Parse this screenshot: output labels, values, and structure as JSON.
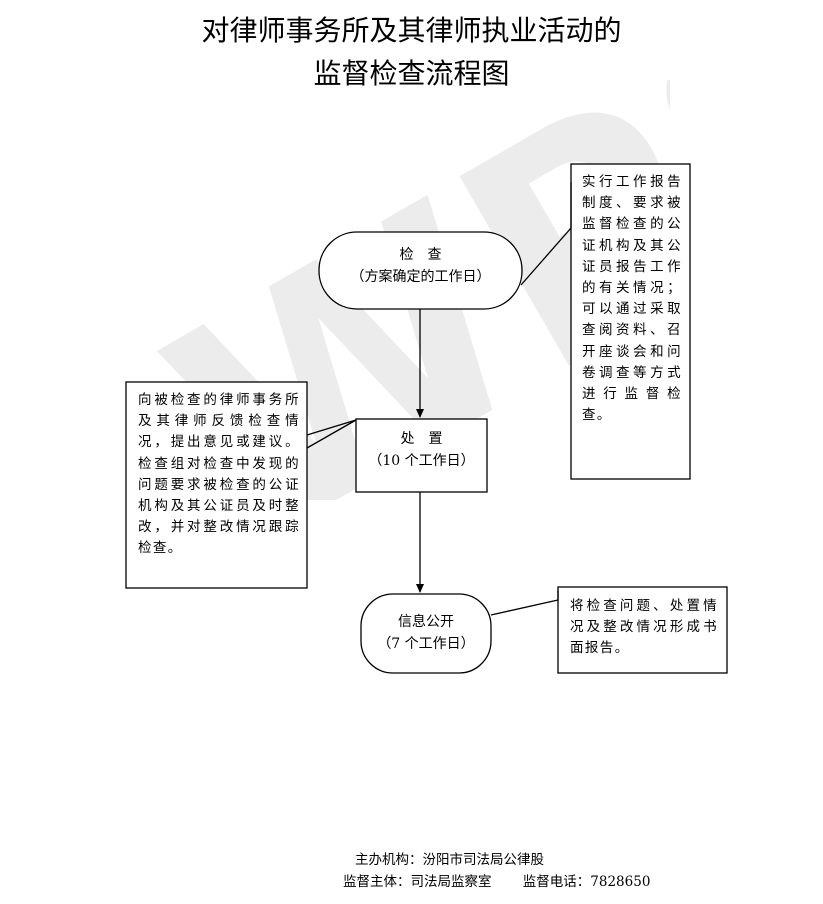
{
  "title": {
    "line1": "对律师事务所及其律师执业活动的",
    "line2": "监督检查流程图"
  },
  "nodes": {
    "inspect": {
      "label": "检　查",
      "sub": "（方案确定的工作日）"
    },
    "handle": {
      "label": "处　置",
      "sub": "（10 个工作日）"
    },
    "publish": {
      "label": "信息公开",
      "sub": "（7 个工作日）"
    }
  },
  "notes": {
    "right_top": "实行工作报告制度、要求被监督检查的公证机构及其公证员报告工作的有关情况；可以通过采取查阅资料、召开座谈会和问卷调查等方式进行监督检查。",
    "left": "向被检查的律师事务所及其律师反馈检查情况，提出意见或建议。检查组对检查中发现的问题要求被检查的公证机构及其公证员及时整改，并对整改情况跟踪检查。",
    "right_bottom": "将检查问题、处置情况及整改情况形成书面报告。"
  },
  "footer": {
    "line1": "主办机构：汾阳市司法局公律股",
    "line2": "监督主体：司法局监察室　　 监督电话：7828650"
  },
  "watermark": "WPS"
}
